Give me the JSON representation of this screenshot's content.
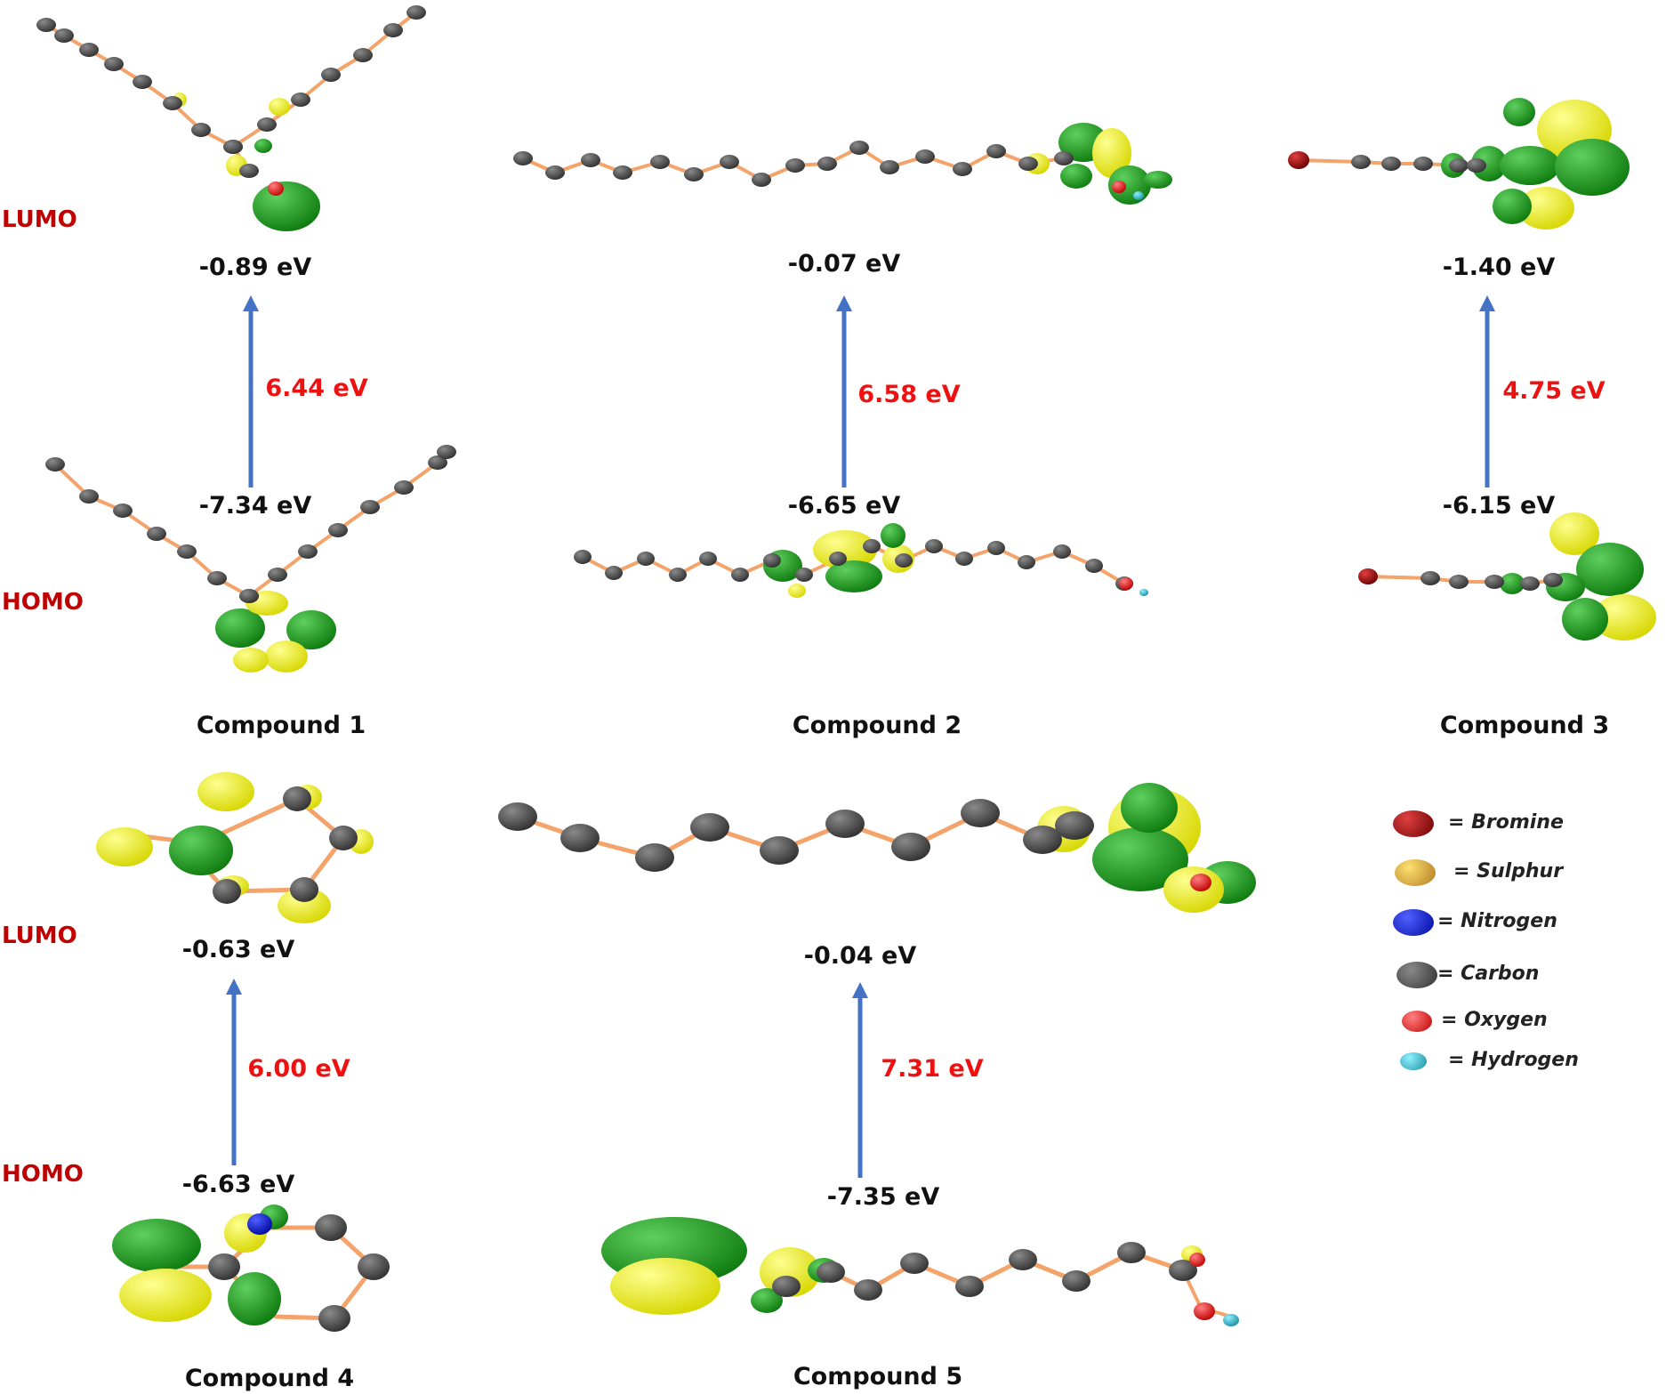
{
  "labels": {
    "lumo": "LUMO",
    "homo": "HOMO"
  },
  "compounds": [
    {
      "name": "Compound 1",
      "lumo_energy": "-0.89 eV",
      "homo_energy": "-7.34 eV",
      "gap": "6.44 eV"
    },
    {
      "name": "Compound 2",
      "lumo_energy": "-0.07 eV",
      "homo_energy": "-6.65 eV",
      "gap": "6.58 eV"
    },
    {
      "name": "Compound 3",
      "lumo_energy": "-1.40 eV",
      "homo_energy": "-6.15 eV",
      "gap": "4.75 eV"
    },
    {
      "name": "Compound 4",
      "lumo_energy": "-0.63 eV",
      "homo_energy": "-6.63 eV",
      "gap": "6.00 eV"
    },
    {
      "name": "Compound 5",
      "lumo_energy": "-0.04 eV",
      "homo_energy": "-7.35 eV",
      "gap": "7.31 eV"
    }
  ],
  "legend": [
    {
      "label": "= Bromine",
      "color": "#a80000"
    },
    {
      "label": "= Sulphur",
      "color": "#e8b400"
    },
    {
      "label": "= Nitrogen",
      "color": "#0010e0"
    },
    {
      "label": "= Carbon",
      "color": "#454545"
    },
    {
      "label": "= Oxygen",
      "color": "#ee1010"
    },
    {
      "label": "= Hydrogen",
      "color": "#22b4c8"
    }
  ],
  "colors": {
    "arrow": "#4472c4",
    "bond": "#f4a46a",
    "lobe_green": "#1a9a1a",
    "lobe_yellow": "#f2f200"
  }
}
